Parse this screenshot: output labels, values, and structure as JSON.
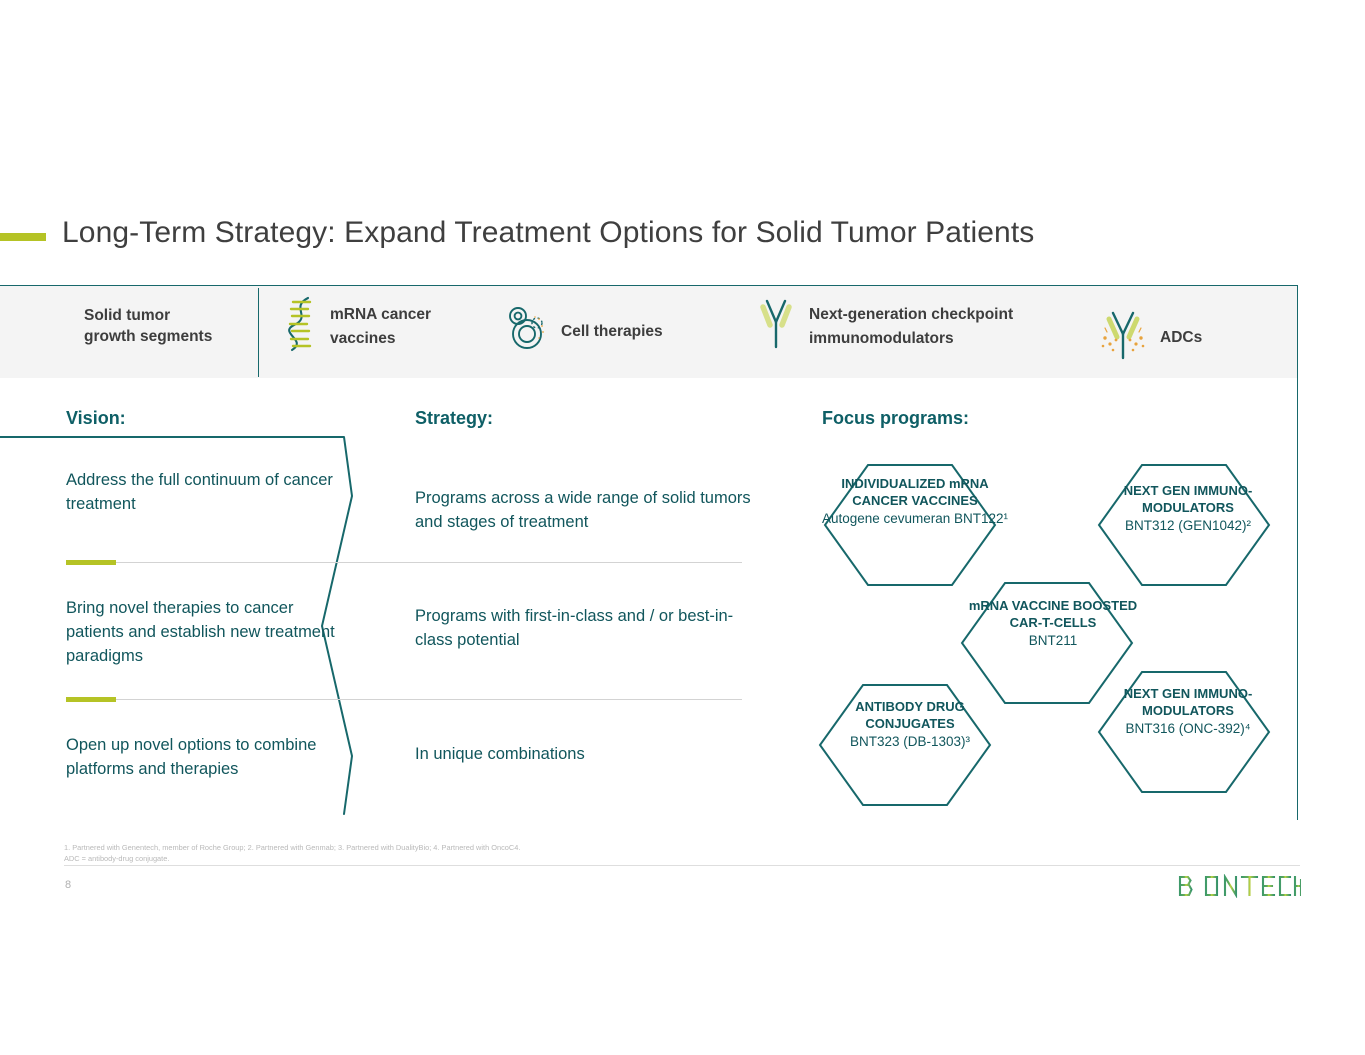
{
  "slide": {
    "title": "Long-Term Strategy: Expand Treatment Options for Solid Tumor Patients",
    "page_number": "8",
    "accent_color": "#b5c325",
    "brand_color": "#0e5f66",
    "body_color": "#11565c"
  },
  "header_band": {
    "label": "Solid tumor\ngrowth segments",
    "label_line1": "Solid tumor",
    "label_line2": "growth segments",
    "segments": [
      {
        "icon": "mrna-strand-icon",
        "label": "mRNA cancer vaccines"
      },
      {
        "icon": "cell-circles-icon",
        "label": "Cell therapies"
      },
      {
        "icon": "antibody-y-icon",
        "label": "Next-generation checkpoint immunomodulators"
      },
      {
        "icon": "antibody-drug-conjugate-icon",
        "label": "ADCs"
      }
    ]
  },
  "columns": {
    "vision_heading": "Vision:",
    "strategy_heading": "Strategy:",
    "focus_heading": "Focus programs:"
  },
  "vision": [
    "Address the full continuum of cancer treatment",
    "Bring novel therapies to cancer patients and establish new treatment paradigms",
    "Open up novel options to combine platforms and therapies"
  ],
  "strategy": [
    "Programs across a wide range of solid tumors and stages of treatment",
    "Programs with first-in-class and / or best-in-class potential",
    "In unique combinations"
  ],
  "focus_programs": [
    {
      "title": "INDIVIDUALIZED mRNA CANCER VACCINES",
      "subtitle": "Autogene cevumeran BNT122¹"
    },
    {
      "title": "NEXT GEN IMMUNO-MODULATORS",
      "subtitle": "BNT312 (GEN1042)²"
    },
    {
      "title": "mRNA VACCINE BOOSTED CAR-T-CELLS",
      "subtitle": "BNT211"
    },
    {
      "title": "ANTIBODY DRUG CONJUGATES",
      "subtitle": "BNT323 (DB-1303)³"
    },
    {
      "title": "NEXT GEN IMMUNO-MODULATORS",
      "subtitle": "BNT316 (ONC-392)⁴"
    }
  ],
  "footnotes": {
    "line1": "1. Partnered with Genentech, member of Roche Group; 2. Partnered with Genmab; 3. Partnered with DualityBio; 4. Partnered with OncoC4.",
    "line2": "ADC = antibody-drug conjugate."
  },
  "logo": {
    "text": "BIONTECH"
  }
}
